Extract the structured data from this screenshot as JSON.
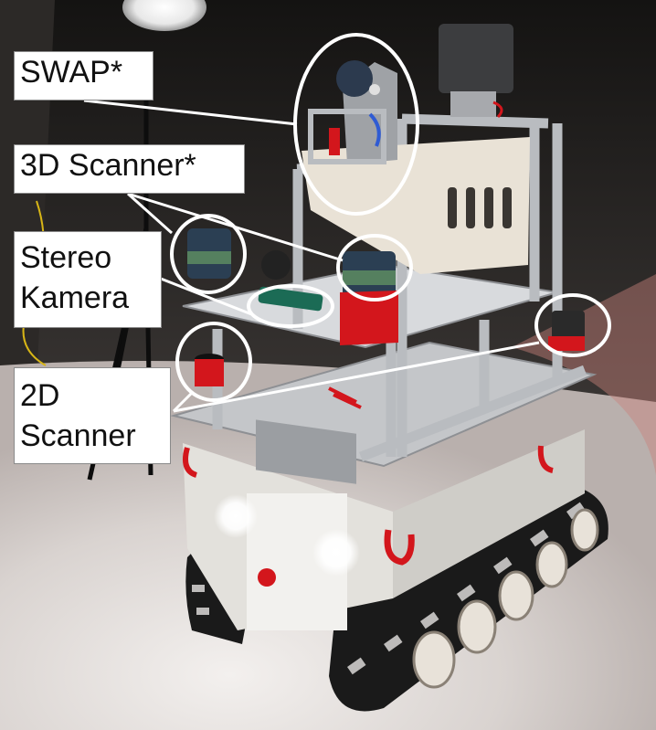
{
  "image": {
    "subject": "tracked-mobile-robot-with-sensors",
    "labels": {
      "swap": "SWAP*",
      "scanner_3d": "3D Scanner*",
      "stereo_line1": "Stereo",
      "stereo_line2": "Kamera",
      "scanner_2d_line1": "2D",
      "scanner_2d_line2": "Scanner"
    }
  },
  "colors": {
    "callout": "#ffffff",
    "frame": "#b9bcc0",
    "red_mount": "#d3161c",
    "track": "#1a1a1a"
  }
}
